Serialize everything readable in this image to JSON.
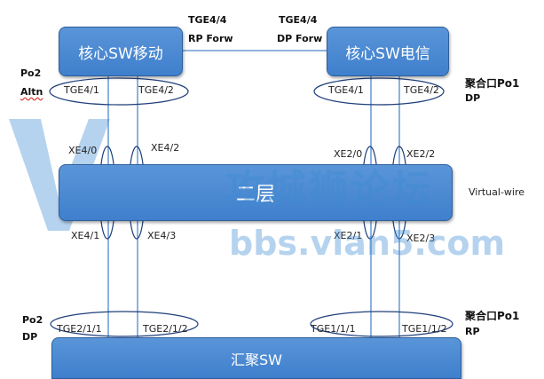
{
  "nodes": {
    "core_mobile": "核心SW移动",
    "core_telecom": "核心SW电信",
    "layer2": "二层",
    "aggregation": "汇聚SW"
  },
  "links": {
    "tge44_left": "TGE4/4",
    "rp_forw": "RP  Forw",
    "tge44_right": "TGE4/4",
    "dp_forw": "DP  Forw"
  },
  "left_top": {
    "po": "Po2",
    "state": "Altn",
    "port1": "TGE4/1",
    "port2": "TGE4/2",
    "xe_a": "XE4/0",
    "xe_b": "XE4/2",
    "xe_c": "XE4/1",
    "xe_d": "XE4/3"
  },
  "right_top": {
    "po": "聚合口Po1",
    "state": "DP",
    "port1": "TGE4/1",
    "port2": "TGE4/2",
    "xe_a": "XE2/0",
    "xe_b": "XE2/2",
    "xe_c": "XE2/1",
    "xe_d": "XE2/3"
  },
  "virtual_wire": "Virtual-wire",
  "left_bottom": {
    "po": "Po2",
    "state": "DP",
    "port1": "TGE2/1/1",
    "port2": "TGE2/1/2"
  },
  "right_bottom": {
    "po": "聚合口Po1",
    "state": "RP",
    "port1": "TGE1/1/1",
    "port2": "TGE1/1/2"
  },
  "watermark": {
    "chinese": "攻城狮论坛",
    "url": "bbs.vlan5.com"
  },
  "colors": {
    "node_fill": "#4a8ad4",
    "line": "#3f7fcc",
    "watermark": "#3c8cd2"
  }
}
